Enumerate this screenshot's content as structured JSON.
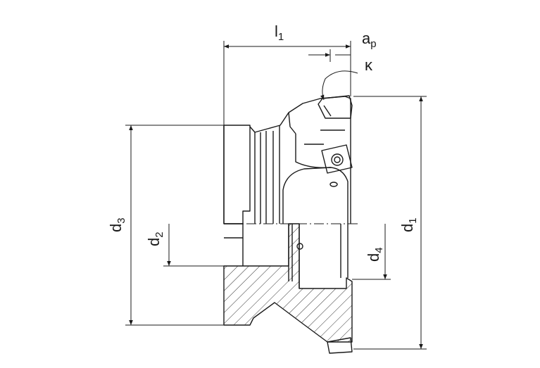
{
  "dimensions": {
    "l1": {
      "letter": "l",
      "sub": "1"
    },
    "ap": {
      "letter": "a",
      "sub": "p"
    },
    "kappa": {
      "letter": "κ"
    },
    "d1": {
      "letter": "d",
      "sub": "1"
    },
    "d2": {
      "letter": "d",
      "sub": "2"
    },
    "d3": {
      "letter": "d",
      "sub": "3"
    },
    "d4": {
      "letter": "d",
      "sub": "4"
    }
  },
  "colors": {
    "line": "#1a1a1a",
    "hatch": "#333333",
    "background": "#ffffff"
  }
}
